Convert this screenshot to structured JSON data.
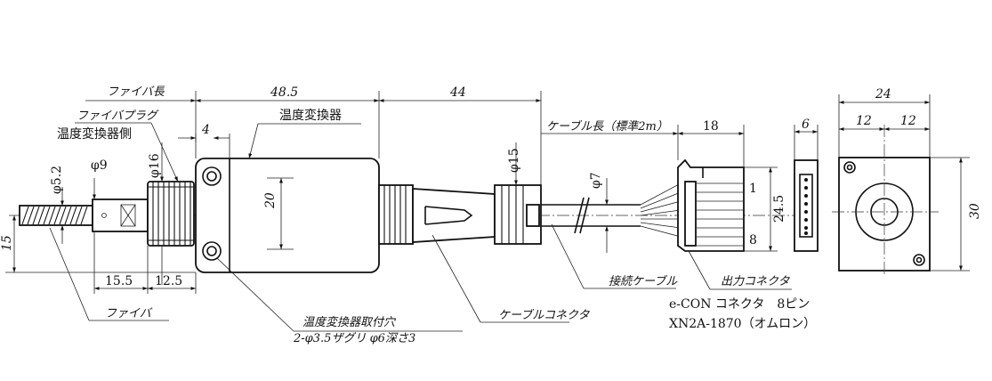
{
  "labels": {
    "fiber_length": "ファイバ長",
    "fiber_plug": "ファイバプラグ",
    "converter_side": "温度変換器側",
    "converter": "温度変換器",
    "cable_length": "ケーブル長（標準2m）",
    "connection_cable": "接続ケーブル",
    "output_connector": "出力コネクタ",
    "econ_line": "e-CON コネクタ　8ピン",
    "part_line": "XN2A-1870（オムロン）",
    "fiber": "ファイバ",
    "mount_hole": "温度変換器取付穴",
    "mount_hole_spec": "2-φ3.5ザグリ φ6深さ3",
    "cable_connector": "ケーブルコネクタ"
  },
  "dims": {
    "d48_5": "48.5",
    "d44": "44",
    "d4": "4",
    "d20": "20",
    "phi15": "φ15",
    "phi7": "φ7",
    "phi16": "φ16",
    "phi9": "φ9",
    "phi5_2": "φ5.2",
    "d15_5": "15.5",
    "d12_5": "12.5",
    "d15": "15",
    "d18": "18",
    "d24_5": "24.5",
    "d6": "6",
    "d24": "24",
    "d12a": "12",
    "d12b": "12",
    "d30": "30",
    "pin1": "1",
    "pin8": "8"
  }
}
